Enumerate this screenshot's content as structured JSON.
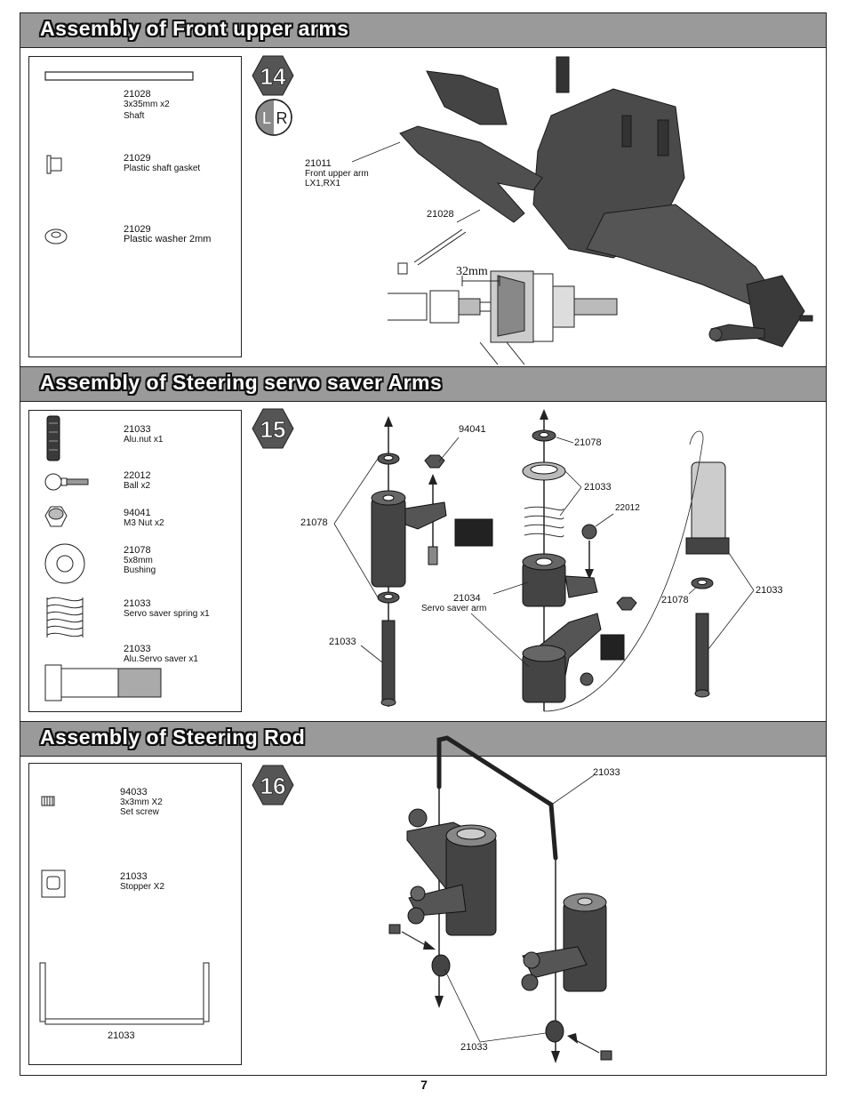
{
  "page_number": "7",
  "sections": [
    {
      "title": "Assembly of Front upper arms",
      "step": "14",
      "lr_badge": {
        "left": "L",
        "right": "R"
      },
      "parts": [
        {
          "part_no": "21028",
          "desc": [
            "3x35mm x2",
            "Shaft"
          ]
        },
        {
          "part_no": "21029",
          "desc": [
            "Plastic shaft gasket"
          ]
        },
        {
          "part_no": "21029",
          "desc": [
            "Plastic washer 2mm"
          ]
        }
      ],
      "callouts": [
        {
          "text": [
            "21011",
            "Front upper arm",
            "LX1,RX1"
          ]
        },
        {
          "text": [
            "21028"
          ]
        },
        {
          "text": [
            "32mm"
          ]
        }
      ]
    },
    {
      "title": "Assembly of Steering servo saver Arms",
      "step": "15",
      "parts": [
        {
          "part_no": "21033",
          "desc": [
            "Alu.nut x1"
          ]
        },
        {
          "part_no": "22012",
          "desc": [
            "Ball x2"
          ]
        },
        {
          "part_no": "94041",
          "desc": [
            "M3 Nut x2"
          ]
        },
        {
          "part_no": "21078",
          "desc": [
            "5x8mm",
            "Bushing"
          ]
        },
        {
          "part_no": "21033",
          "desc": [
            "Servo saver spring x1"
          ]
        },
        {
          "part_no": "21033",
          "desc": [
            "Alu.Servo saver x1"
          ]
        }
      ],
      "callouts": [
        {
          "text": [
            "94041"
          ]
        },
        {
          "text": [
            "21078"
          ]
        },
        {
          "text": [
            "21078"
          ]
        },
        {
          "text": [
            "21033"
          ]
        },
        {
          "text": [
            "22012"
          ]
        },
        {
          "text": [
            "21034",
            "Servo saver arm"
          ]
        },
        {
          "text": [
            "21033"
          ]
        },
        {
          "text": [
            "21078"
          ]
        },
        {
          "text": [
            "21033"
          ]
        }
      ]
    },
    {
      "title": "Assembly of Steering Rod",
      "step": "16",
      "parts": [
        {
          "part_no": "94033",
          "desc": [
            "3x3mm X2",
            "Set screw"
          ]
        },
        {
          "part_no": "21033",
          "desc": [
            "Stopper X2"
          ]
        },
        {
          "part_no": "21033",
          "desc": []
        }
      ],
      "callouts": [
        {
          "text": [
            "21033"
          ]
        },
        {
          "text": [
            "21033"
          ]
        }
      ]
    }
  ],
  "colors": {
    "header_bg": "#9a9a9a",
    "part_dark": "#3c3c3c",
    "badge": "#555555"
  }
}
